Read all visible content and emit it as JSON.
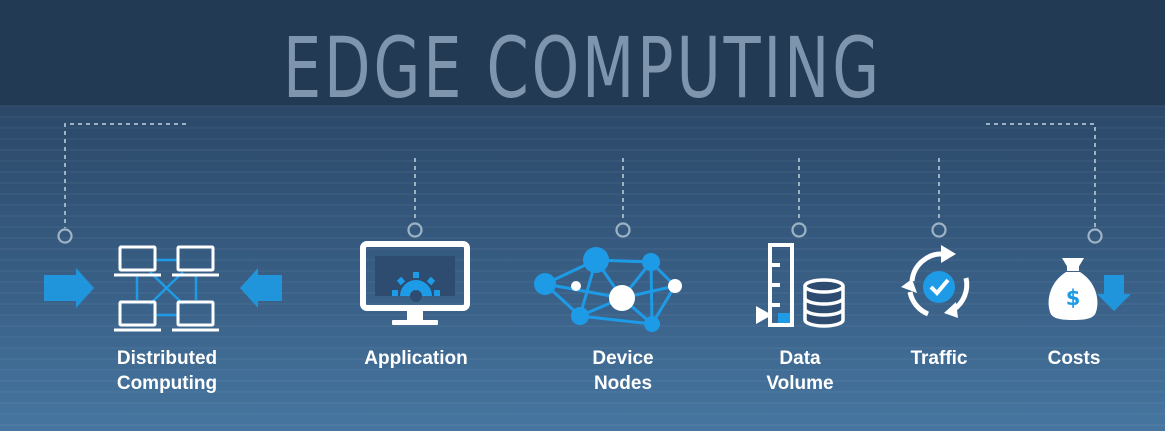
{
  "title": "EDGE COMPUTING",
  "colors": {
    "accent_blue": "#1e9be6",
    "label_white": "#ffffff",
    "title_gray": "#7e95ad",
    "connector": "#9eb2c6"
  },
  "items": [
    {
      "id": "distributed",
      "icon": "distributed-network-icon",
      "lines": [
        "Distributed",
        "Computing"
      ]
    },
    {
      "id": "application",
      "icon": "monitor-gear-icon",
      "lines": [
        "Application"
      ]
    },
    {
      "id": "device-nodes",
      "icon": "node-network-icon",
      "lines": [
        "Device",
        "Nodes"
      ]
    },
    {
      "id": "data-volume",
      "icon": "database-volume-icon",
      "lines": [
        "Data",
        "Volume"
      ]
    },
    {
      "id": "traffic",
      "icon": "cycle-check-icon",
      "lines": [
        "Traffic"
      ]
    },
    {
      "id": "costs",
      "icon": "money-bag-icon",
      "lines": [
        "Costs"
      ]
    }
  ]
}
